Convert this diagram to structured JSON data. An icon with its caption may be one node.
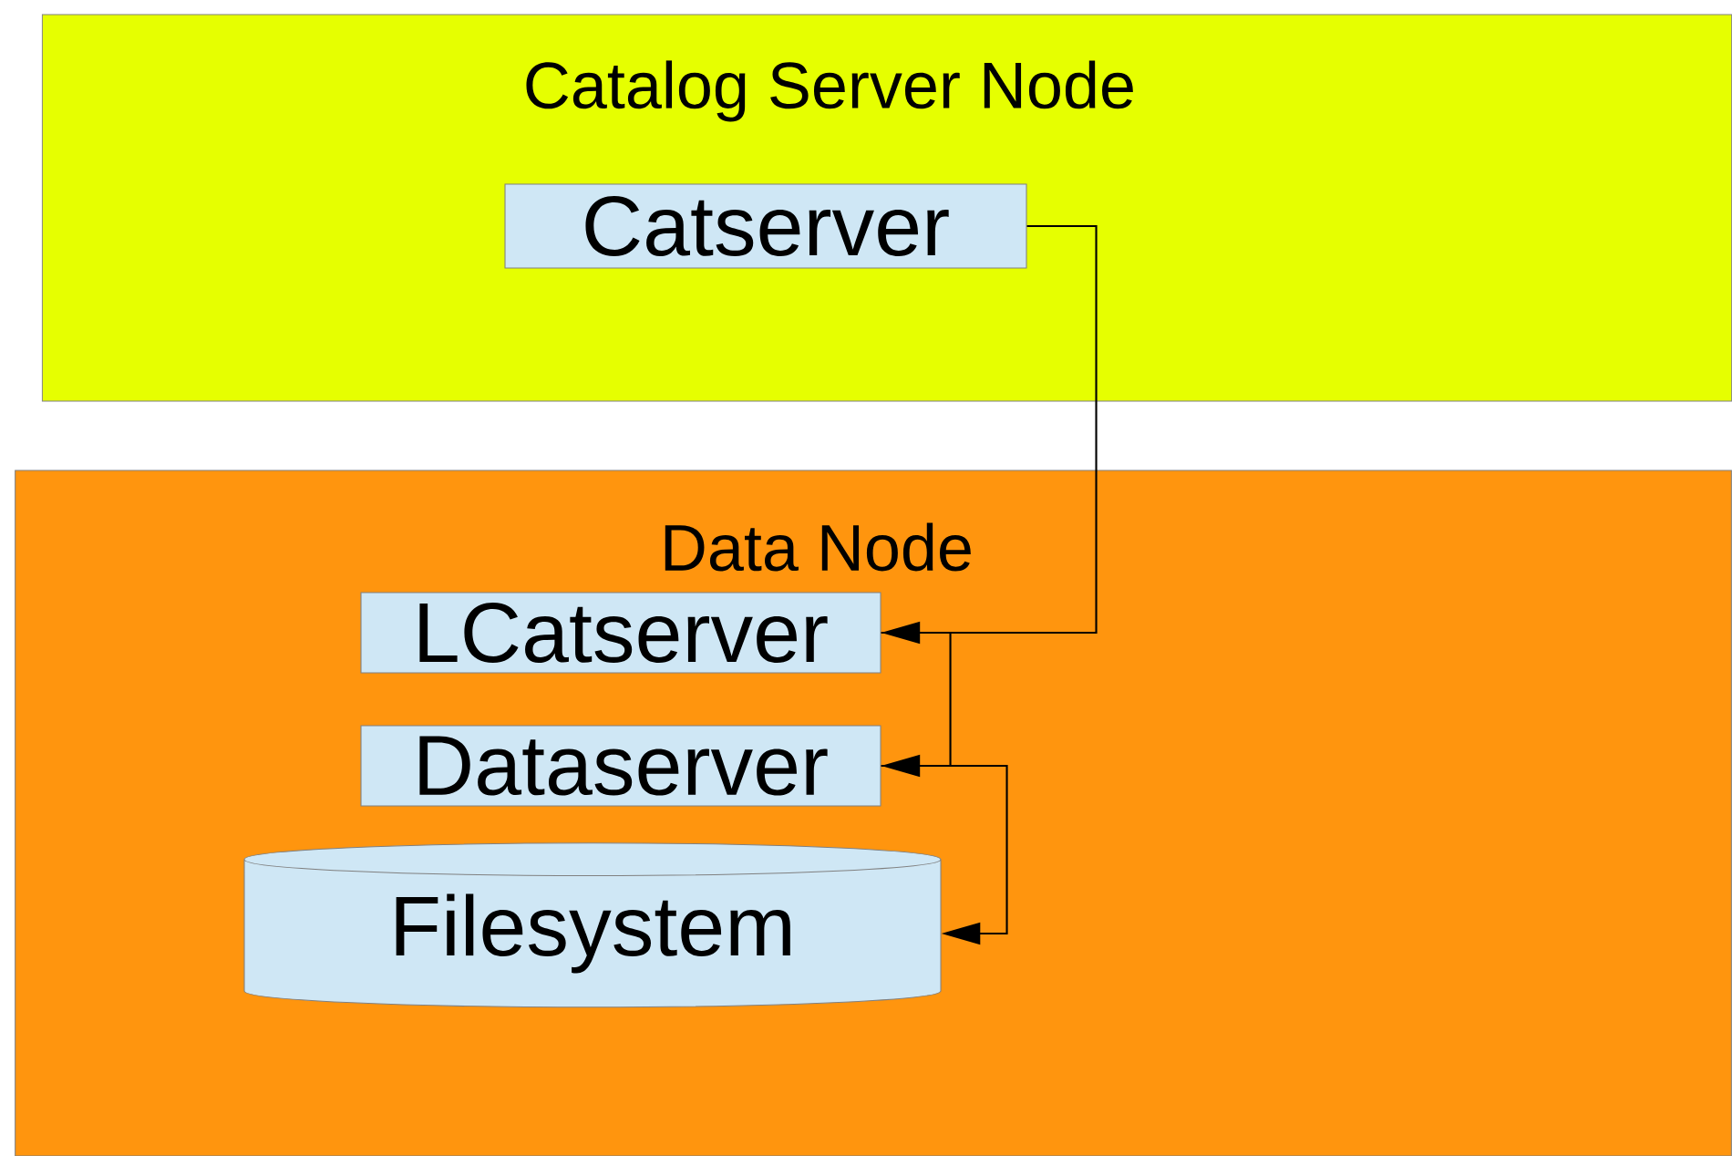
{
  "diagram": {
    "nodes": [
      {
        "text": [
          "Catalog Server Node"
        ]
      },
      {
        "text": [
          "Catserver"
        ],
        "in": 0
      },
      {
        "text": [
          "Data Node"
        ]
      },
      {
        "text": [
          "LCatserver"
        ],
        "in": 2
      },
      {
        "text": [
          "Dataserver"
        ],
        "in": 2
      },
      {
        "text": [
          "Filesystem"
        ],
        "in": 2
      }
    ],
    "edges": [
      {
        "from": 1,
        "to": 3,
        "arrow": "to"
      },
      {
        "from": 3,
        "to": 4,
        "arrow": "to"
      },
      {
        "from": 4,
        "to": 5,
        "arrow": "to"
      }
    ]
  }
}
